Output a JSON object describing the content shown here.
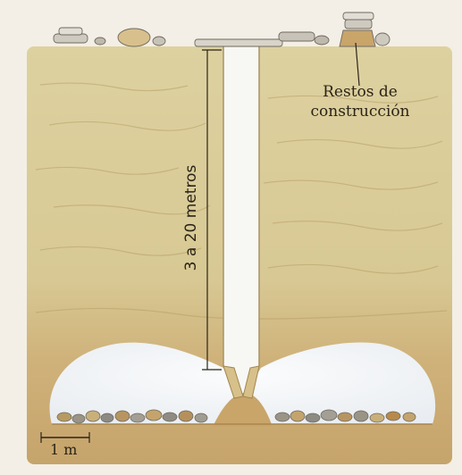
{
  "labels": {
    "construction_remains_line1": "Restos de",
    "construction_remains_line2": "construcción",
    "depth": "3 a 20 metros",
    "scale": "1 m"
  },
  "colors": {
    "background": "#f3efe6",
    "soil_light": "#dccf9c",
    "soil_mid": "#d2bb7c",
    "soil_dark": "#c6a46b",
    "cavity": "#f1f4f6",
    "shaft": "#f7f7f4",
    "stones": "#9a9486",
    "sediment": "#b78a4a",
    "ink": "#2a2418"
  }
}
